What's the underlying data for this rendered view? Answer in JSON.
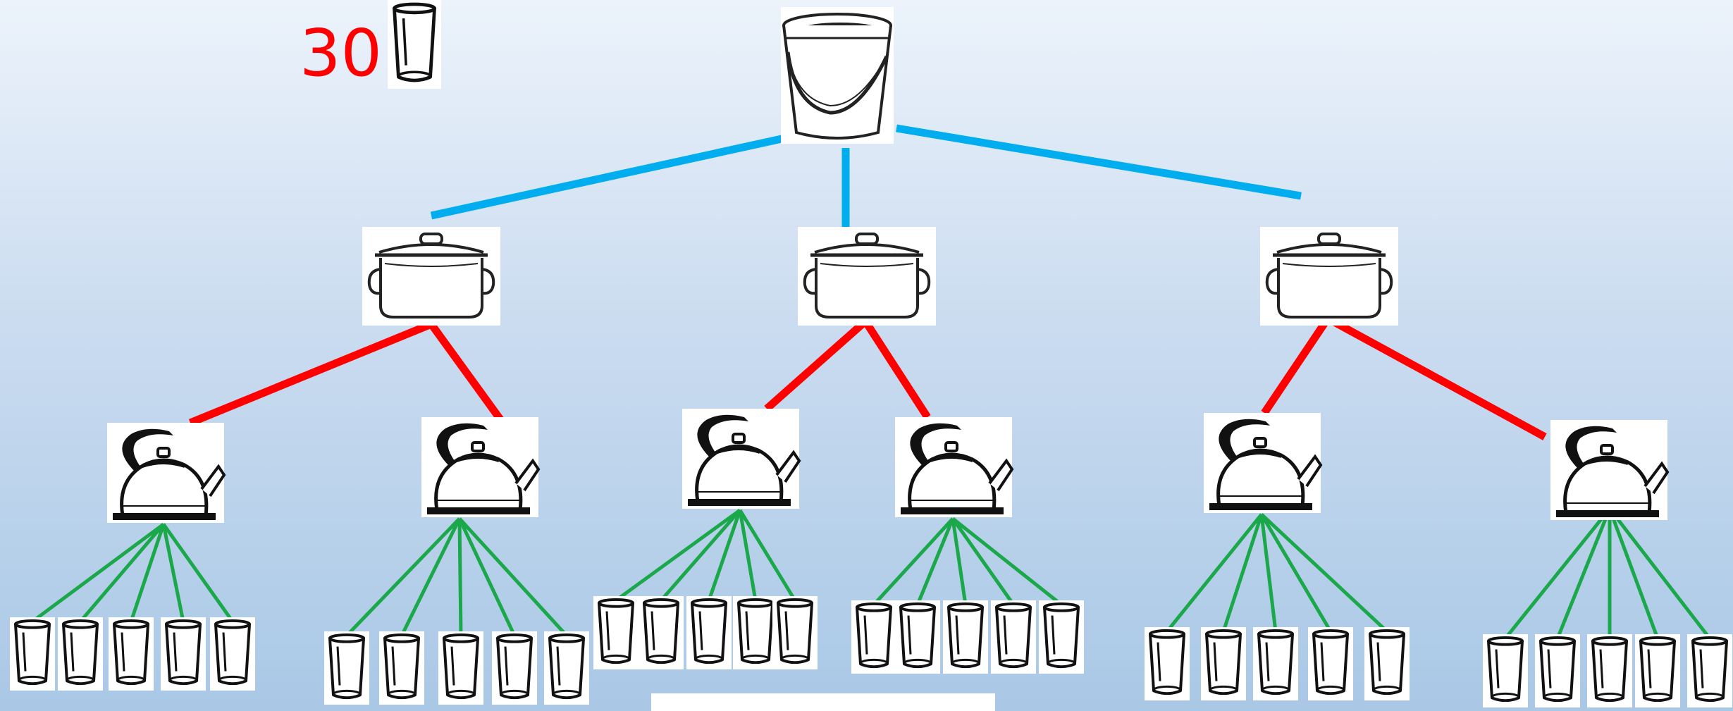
{
  "total": {
    "count": "30",
    "unit_icon": "glass-icon"
  },
  "icons": {
    "root": "bucket-icon",
    "level1": "pot-icon",
    "level2": "kettle-icon",
    "leaf": "glass-icon"
  },
  "tree": {
    "pots": 3,
    "kettles_per_pot": 2,
    "glasses_per_kettle": 5
  },
  "colors": {
    "bucket_to_pot": "#00aeef",
    "pot_to_kettle": "#ff0000",
    "kettle_to_glass": "#1aa84a",
    "count_text": "#ff0000",
    "background_top": "#ecf3fb",
    "background_bottom": "#a9c8e6"
  }
}
